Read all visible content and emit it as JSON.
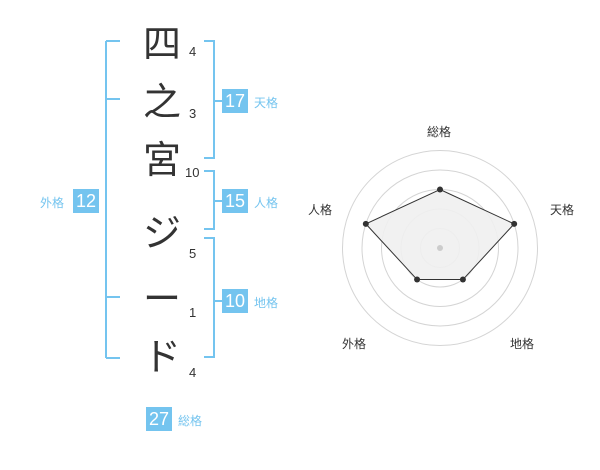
{
  "name": {
    "characters": [
      "四",
      "之",
      "宮",
      "ジ",
      "ー",
      "ド"
    ],
    "strokes": [
      "4",
      "3",
      "10",
      "5",
      "1",
      "4"
    ]
  },
  "kaku": {
    "tenkaku": {
      "value": "17",
      "label": "天格"
    },
    "jinkaku": {
      "value": "15",
      "label": "人格"
    },
    "chikaku": {
      "value": "10",
      "label": "地格"
    },
    "gaikaku": {
      "value": "12",
      "label": "外格"
    },
    "soukaku": {
      "value": "27",
      "label": "総格"
    }
  },
  "chart_data": {
    "type": "radar",
    "axes": [
      "総格",
      "天格",
      "地格",
      "外格",
      "人格"
    ],
    "values": [
      3,
      4,
      2,
      2,
      4
    ],
    "max": 5,
    "colors": {
      "fill": "#f0f0f0",
      "stroke": "#333333",
      "grid": "#d4d4d4",
      "accent": "#74c4ef"
    }
  }
}
